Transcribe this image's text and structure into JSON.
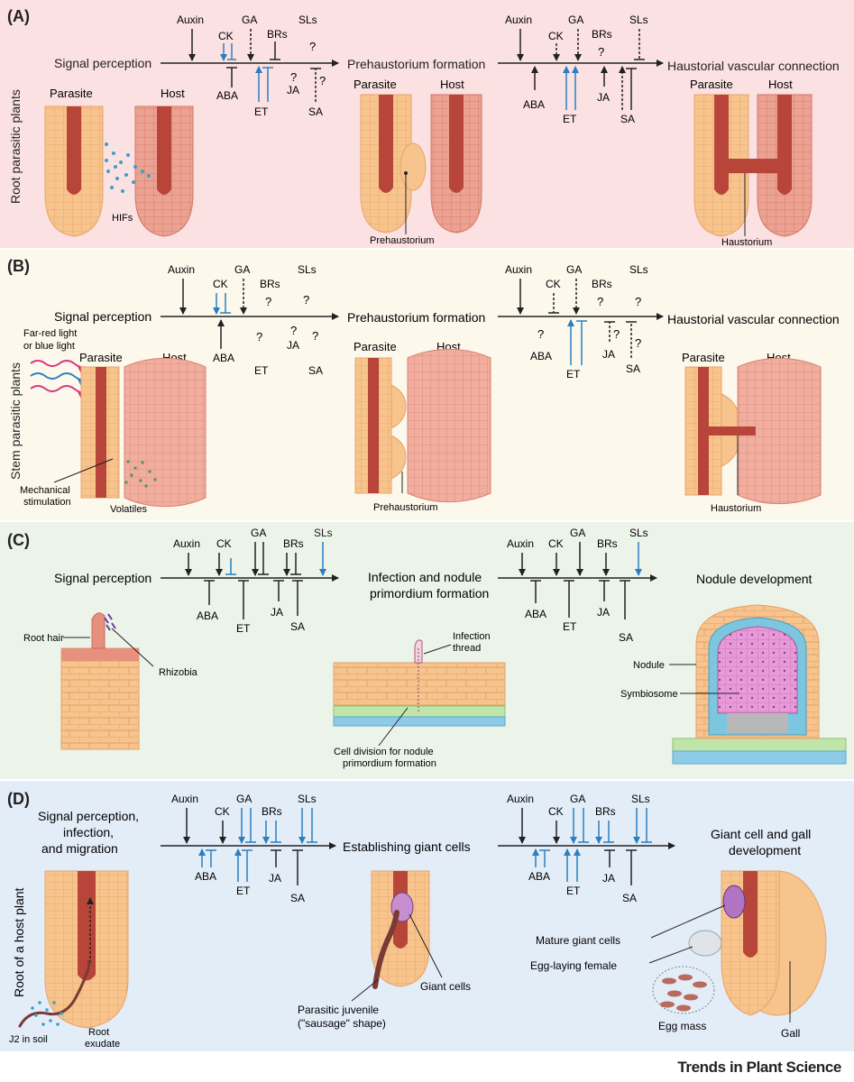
{
  "colors": {
    "panel_a_bg": "#fbe1e1",
    "panel_b_bg": "#fdf8ec",
    "panel_c_bg": "#ecf4ea",
    "panel_d_bg": "#e3edf8",
    "positive_arrow": "#2a7fc1",
    "signal_arrow": "#222222",
    "parasite_tissue": "#f6c48c",
    "host_tissue": "#e8907e",
    "vascular": "#b8453a",
    "nodule_core": "#e79ad7",
    "nodule_ring": "#7cc6e0",
    "cortex_green": "#bfe6a8",
    "cortex_blue": "#8ecbe8"
  },
  "panels": {
    "a": {
      "letter": "(A)",
      "side_label": "Root parasitic plants",
      "hormones_top": [
        "Auxin",
        "CK",
        "GA",
        "BRs",
        "SLs"
      ],
      "hormones_bottom": [
        "ABA",
        "ET",
        "JA",
        "SA"
      ],
      "unknown_mark": "?",
      "stage1": "Signal perception",
      "stage2": "Prehaustorium formation",
      "stage3": "Haustorial vascular connection",
      "parasite": "Parasite",
      "host": "Host",
      "hifs": "HIFs",
      "prehaustorium": "Prehaustorium",
      "haustorium": "Haustorium"
    },
    "b": {
      "letter": "(B)",
      "side_label": "Stem parasitic plants",
      "hormones_top": [
        "Auxin",
        "CK",
        "GA",
        "BRs",
        "SLs"
      ],
      "hormones_bottom": [
        "ABA",
        "ET",
        "JA",
        "SA"
      ],
      "unknown_mark": "?",
      "stage1": "Signal perception",
      "stage2": "Prehaustorium formation",
      "stage3": "Haustorial vascular connection",
      "light_line1": "Far-red light",
      "light_line2": "or blue light",
      "parasite": "Parasite",
      "host": "Host",
      "mech_line1": "Mechanical",
      "mech_line2": "stimulation",
      "volatiles": "Volatiles",
      "prehaustorium": "Prehaustorium",
      "haustorium": "Haustorium"
    },
    "c": {
      "letter": "(C)",
      "hormones_top": [
        "Auxin",
        "CK",
        "GA",
        "BRs",
        "SLs"
      ],
      "hormones_bottom": [
        "ABA",
        "ET",
        "JA",
        "SA"
      ],
      "stage1": "Signal perception",
      "stage2_line1": "Infection and nodule",
      "stage2_line2": "primordium formation",
      "stage3": "Nodule development",
      "root_hair": "Root hair",
      "rhizobia": "Rhizobia",
      "infection_line1": "Infection",
      "infection_line2": "thread",
      "cell_div_line1": "Cell division for nodule",
      "cell_div_line2": "primordium formation",
      "nodule": "Nodule",
      "symbiosome": "Symbiosome"
    },
    "d": {
      "letter": "(D)",
      "side_label": "Root of a host plant",
      "hormones_top": [
        "Auxin",
        "CK",
        "GA",
        "BRs",
        "SLs"
      ],
      "hormones_bottom": [
        "ABA",
        "ET",
        "JA",
        "SA"
      ],
      "stage1_line1": "Signal perception,",
      "stage1_line2": "infection,",
      "stage1_line3": "and migration",
      "stage2": "Establishing giant cells",
      "stage3_line1": "Giant cell and gall",
      "stage3_line2": "development",
      "j2": "J2 in soil",
      "exudate_line1": "Root",
      "exudate_line2": "exudate",
      "giant_cells": "Giant cells",
      "juvenile_line1": "Parasitic juvenile",
      "juvenile_line2": "(\"sausage\" shape)",
      "mature": "Mature giant cells",
      "female": "Egg-laying female",
      "egg_mass": "Egg mass",
      "gall": "Gall"
    }
  },
  "footer": "Trends in Plant Science"
}
